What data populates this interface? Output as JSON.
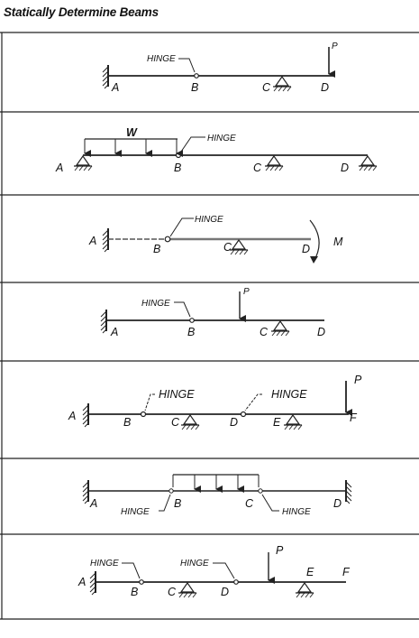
{
  "title": "Statically Determine Beams",
  "panels": [
    {
      "labels": {
        "A": "A",
        "B": "B",
        "C": "C",
        "D": "D",
        "P": "P",
        "hinge_b": "HINGE"
      }
    },
    {
      "labels": {
        "A": "A",
        "B": "B",
        "C": "C",
        "D": "D",
        "W": "W",
        "hinge_b": "HINGE"
      }
    },
    {
      "labels": {
        "A": "A",
        "B": "B",
        "C": "C",
        "D": "D",
        "M": "M",
        "hinge_b": "HINGE"
      }
    },
    {
      "labels": {
        "A": "A",
        "B": "B",
        "C": "C",
        "D": "D",
        "P": "P",
        "hinge_b": "HINGE"
      }
    },
    {
      "labels": {
        "A": "A",
        "B": "B",
        "C": "C",
        "D": "D",
        "E": "E",
        "F": "F",
        "P": "P",
        "hinge_b": "HINGE",
        "hinge_d": "HINGE"
      }
    },
    {
      "labels": {
        "A": "A",
        "B": "B",
        "C": "C",
        "D": "D",
        "hinge_b": "HINGE",
        "hinge_c": "HINGE"
      }
    },
    {
      "labels": {
        "A": "A",
        "B": "B",
        "C": "C",
        "D": "D",
        "E": "E",
        "F": "F",
        "P": "P",
        "hinge_b": "HINGE",
        "hinge_d": "HINGE"
      }
    }
  ]
}
